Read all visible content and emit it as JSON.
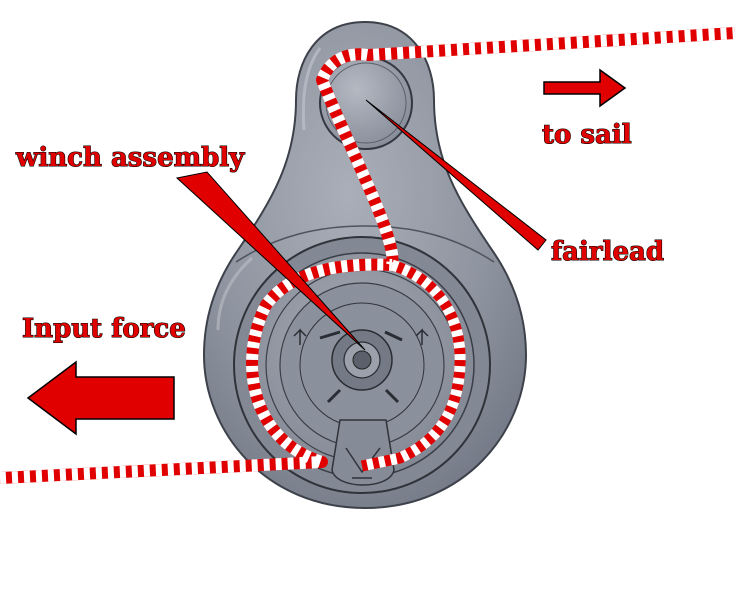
{
  "labels": {
    "winch": "winch assembly",
    "fairlead": "fairlead",
    "sail": "to sail",
    "input": "Input force"
  },
  "colors": {
    "accent": "#e00000",
    "housing": "#8d939f",
    "housing_dark": "#6c7280",
    "rope_stripe": "#ffffff"
  }
}
